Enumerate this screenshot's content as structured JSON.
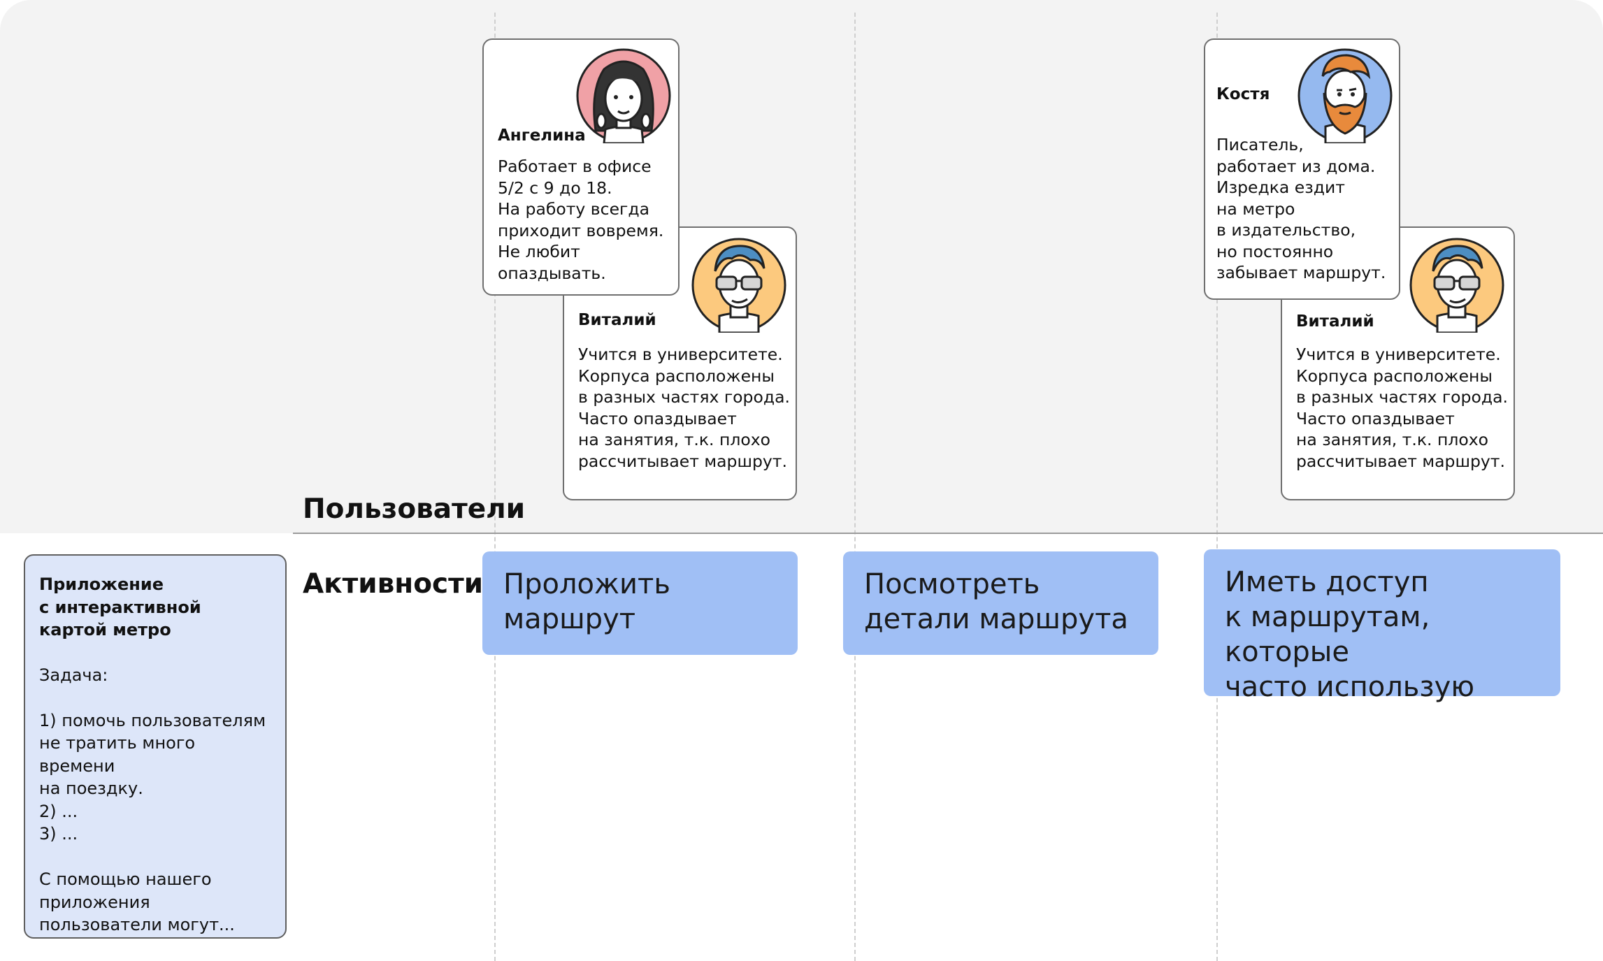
{
  "sections": {
    "users": "Пользователи",
    "activities": "Активности"
  },
  "info_box": {
    "title": "Приложение\nс интерактивной\nкартой метро",
    "body": "Задача:\n\n1) помочь пользователям\nне тратить много времени\nна поездку.\n2) ...\n3) ...\n\nС помощью нашего\nприложения\nпользователи могут..."
  },
  "personas": [
    {
      "name": "Ангелина",
      "description": "Работает в офисе\n5/2 с 9 до 18.\nНа работу всегда\nприходит вовремя.\nНе любит\n          опаздывать.",
      "avatar": "woman-avatar-icon",
      "avatar_color": "#f0a1a6"
    },
    {
      "name": "Виталий",
      "description": "Учится в университете.\nКорпуса расположены\nв разных частях города.\nЧасто опаздывает\nна занятия, т.к. плохо\nрассчитывает маршрут.",
      "avatar": "young-man-glasses-avatar-icon",
      "avatar_color": "#fcc97e"
    },
    {
      "name": "Костя",
      "description": "Писатель,\nработает из дома.\nИзредка ездит\nна метро\nв издательство,\nно постоянно\nзабывает маршрут.",
      "avatar": "bearded-man-avatar-icon",
      "avatar_color": "#95b9ef"
    },
    {
      "name": "Виталий",
      "description": "Учится в университете.\nКорпуса расположены\nв разных частях города.\nЧасто опаздывает\nна занятия, т.к. плохо\nрассчитывает маршрут.",
      "avatar": "young-man-glasses-avatar-icon",
      "avatar_color": "#fcc97e"
    }
  ],
  "activities": [
    {
      "label": "Проложить\nмаршрут"
    },
    {
      "label": "Посмотреть\nдетали маршрута"
    },
    {
      "label": "Иметь доступ\nк маршрутам, которые\nчасто использую"
    }
  ],
  "colors": {
    "users_background": "#f3f3f3",
    "info_box_background": "#dde6f9",
    "activity_background": "#a0bff5"
  }
}
